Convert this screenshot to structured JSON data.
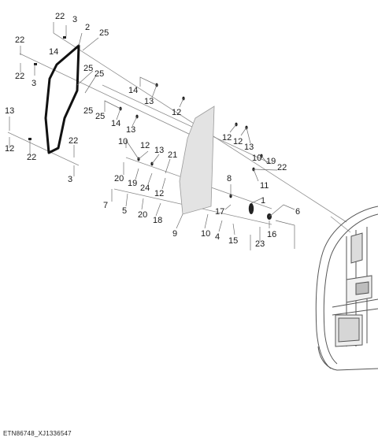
{
  "figure": {
    "footer_id": "ETN86748_XJ1336547",
    "callouts": [
      "22",
      "3",
      "2",
      "25",
      "22",
      "22",
      "3",
      "25",
      "25",
      "14",
      "13",
      "12",
      "14",
      "13",
      "12",
      "22",
      "22",
      "3",
      "25",
      "25",
      "14",
      "13",
      "12",
      "12",
      "13",
      "10",
      "12",
      "13",
      "10",
      "19",
      "22",
      "21",
      "20",
      "19",
      "24",
      "12",
      "11",
      "8",
      "7",
      "5",
      "20",
      "18",
      "17",
      "1",
      "6",
      "9",
      "10",
      "4",
      "15",
      "16",
      "23"
    ]
  }
}
